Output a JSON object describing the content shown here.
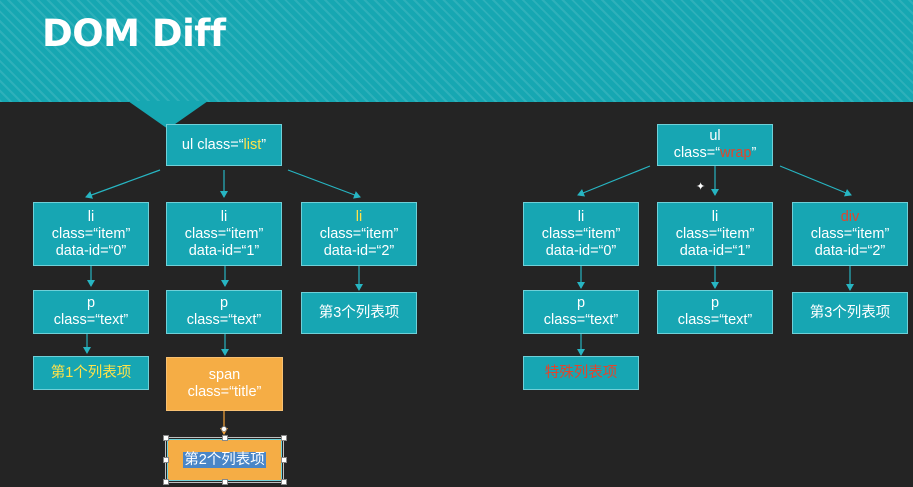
{
  "slide": {
    "title": "DOM Diff"
  },
  "left_tree": {
    "root": {
      "prefix": "ul class=“",
      "value": "list",
      "suffix": "”"
    },
    "li0": {
      "line1": "li",
      "line2": "class=“item”",
      "line3": "data-id=“0”"
    },
    "li1": {
      "line1": "li",
      "line2": "class=“item”",
      "line3": "data-id=“1”"
    },
    "li2": {
      "line1": "li",
      "line2": "class=“item”",
      "line3": "data-id=“2”"
    },
    "p0": {
      "line1": "p",
      "line2": "class=“text”"
    },
    "p1": {
      "line1": "p",
      "line2": "class=“text”"
    },
    "text2": "第3个列表项",
    "text0": "第1个列表项",
    "span": {
      "line1": "span",
      "line2": "class=“title”"
    },
    "text1": "第2个列表项"
  },
  "right_tree": {
    "root": {
      "line1": "ul",
      "prefix": "class=“",
      "value": "wrap",
      "suffix": "”"
    },
    "li0": {
      "line1": "li",
      "line2": "class=“item”",
      "line3": "data-id=“0”"
    },
    "li1": {
      "line1": "li",
      "line2": "class=“item”",
      "line3": "data-id=“1”"
    },
    "div2": {
      "line1": "div",
      "line2": "class=“item”",
      "line3": "data-id=“2”"
    },
    "p0": {
      "line1": "p",
      "line2": "class=“text”"
    },
    "p1": {
      "line1": "p",
      "line2": "class=“text”"
    },
    "text2": "第3个列表项",
    "text0": "特殊列表项"
  },
  "colors": {
    "node_fill": "#17a6b3",
    "highlight_node_fill": "#f5ad45",
    "changed_text_yellow": "#ffe24a",
    "changed_text_red": "#e2452c",
    "background": "#242424"
  }
}
